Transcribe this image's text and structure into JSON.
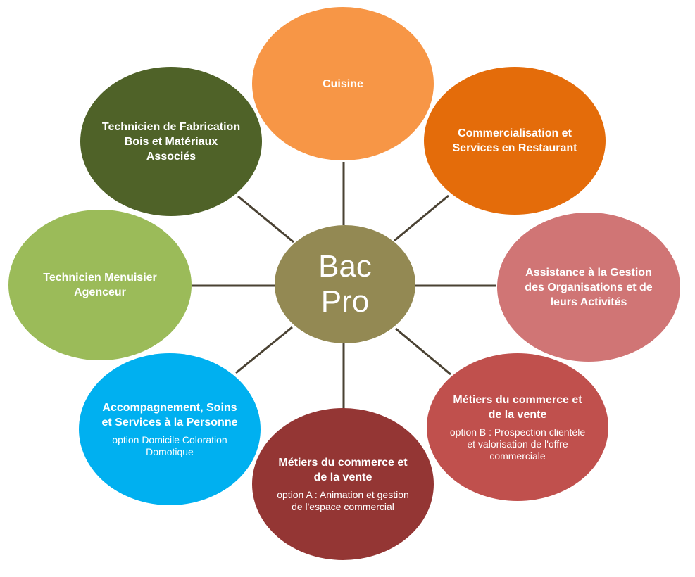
{
  "center": {
    "label_line1": "Bac",
    "label_line2": "Pro",
    "color": "#938953"
  },
  "connector_color": "#4a4233",
  "nodes": [
    {
      "title": "Cuisine",
      "subtitle": "",
      "color": "#F79646"
    },
    {
      "title": "Commercialisation et Services en Restaurant",
      "subtitle": "",
      "color": "#E46C0A"
    },
    {
      "title": "Assistance à la Gestion des Organisations et de leurs Activités",
      "subtitle": "",
      "color": "#D07575"
    },
    {
      "title": "Métiers du commerce et de la vente",
      "subtitle": "option B : Prospection clientèle et valorisation de l'offre commerciale",
      "color": "#C0504D"
    },
    {
      "title": "Métiers du commerce et de la vente",
      "subtitle": "option A : Animation et gestion de l'espace commercial",
      "color": "#943634"
    },
    {
      "title": "Accompagnement, Soins et Services à la Personne",
      "subtitle": "option Domicile Coloration Domotique",
      "color": "#00B0F0"
    },
    {
      "title": "Technicien Menuisier Agenceur",
      "subtitle": "",
      "color": "#9BBB59"
    },
    {
      "title": "Technicien de Fabrication Bois et Matériaux Associés",
      "subtitle": "",
      "color": "#4F6228"
    }
  ]
}
